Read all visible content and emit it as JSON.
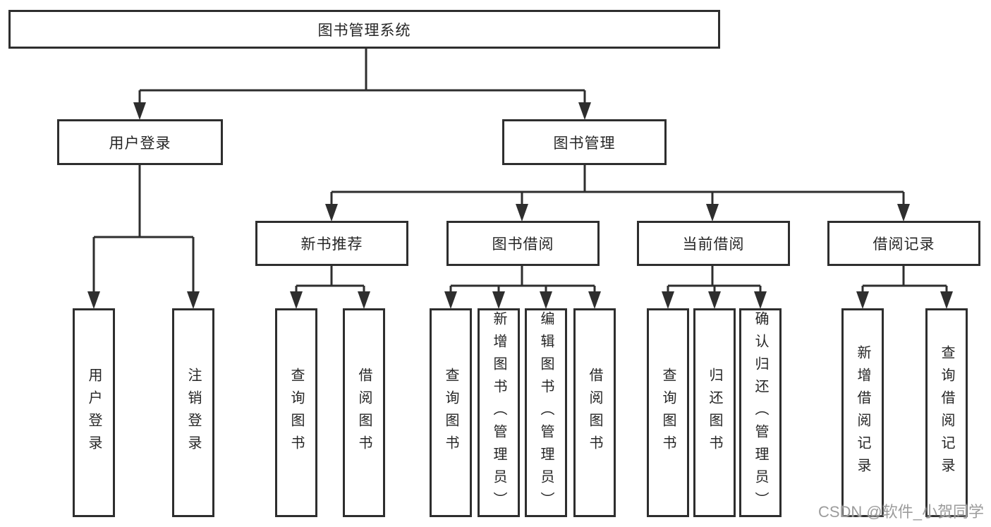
{
  "colors": {
    "line": "#2e2e2e",
    "box_border": "#2e2e2e",
    "text": "#262626",
    "background": "#ffffff",
    "watermark": "#9c9c9c"
  },
  "watermark": {
    "text": "CSDN @软件_小贺同学"
  },
  "diagram": {
    "title": "图书管理系统",
    "level2": {
      "user_login": "用户登录",
      "book_management": "图书管理"
    },
    "level3": {
      "new_book": "新书推荐",
      "borrow": "图书借阅",
      "current": "当前借阅",
      "records": "借阅记录"
    },
    "leaves": {
      "user_login": [
        "用户登录",
        "注销登录"
      ],
      "new_book": [
        "查询图书",
        "借阅图书"
      ],
      "borrow": [
        "查询图书",
        "新增图书（管理员）",
        "编辑图书（管理员）",
        "借阅图书"
      ],
      "current": [
        "查询图书",
        "归还图书",
        "确认归还（管理员）"
      ],
      "records": [
        "新增借阅记录",
        "查询借阅记录"
      ]
    }
  }
}
